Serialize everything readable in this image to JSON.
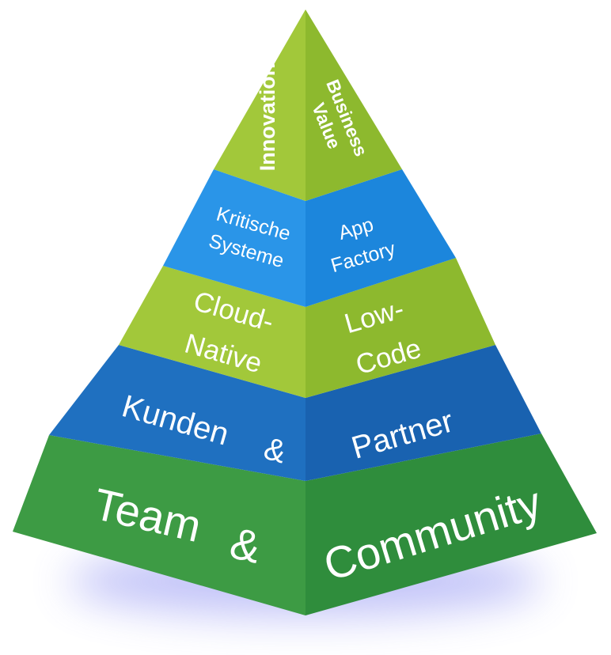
{
  "pyramid": {
    "apex": {
      "left": "Innovation",
      "right_line1": "Business",
      "right_line2": "Value"
    },
    "level4": {
      "left_line1": "Kritische",
      "left_line2": "Systeme",
      "right_line1": "App",
      "right_line2": "Factory"
    },
    "level3": {
      "left_line1": "Cloud-",
      "left_line2": "Native",
      "right_line1": "Low-",
      "right_line2": "Code"
    },
    "level2": {
      "left_line1": "Kunden",
      "left_amp": "&",
      "right": "Partner"
    },
    "level1": {
      "left_line1": "Team",
      "left_amp": "&",
      "right": "Community"
    }
  },
  "colors": {
    "lime_light": "#a2c83a",
    "lime_dark": "#8db92e",
    "sky_light": "#2a95e8",
    "sky_dark": "#1c86dc",
    "blue_light": "#1f70c0",
    "blue_dark": "#1962b0",
    "green_light": "#3d9b44",
    "green_dark": "#2f8d3c",
    "glow": "#7a7ef0"
  }
}
